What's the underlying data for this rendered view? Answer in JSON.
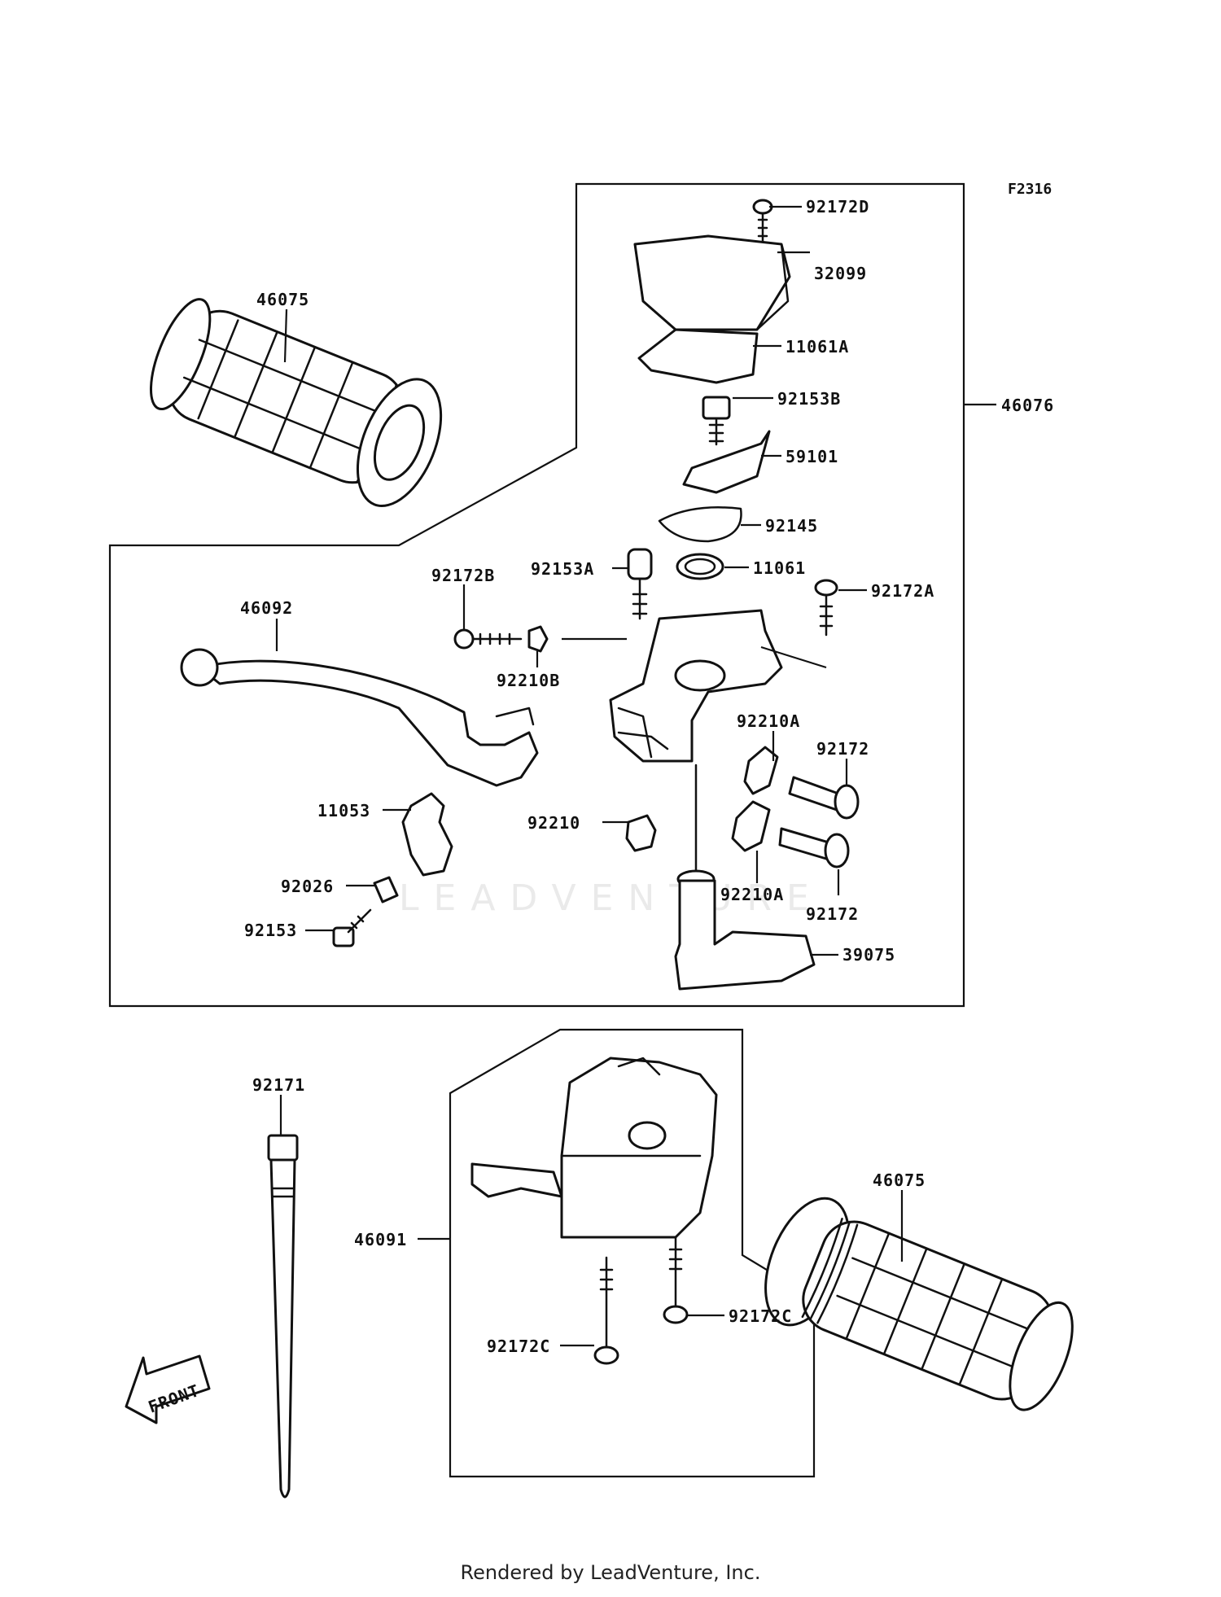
{
  "figure_code": "F2316",
  "watermark": "LEADVENTURE",
  "footer": "Rendered by LeadVenture, Inc.",
  "front_marker": "FRONT",
  "callouts": [
    {
      "id": "c1",
      "label": "92172D"
    },
    {
      "id": "c2",
      "label": "32099"
    },
    {
      "id": "c3",
      "label": "11061A"
    },
    {
      "id": "c4",
      "label": "92153B"
    },
    {
      "id": "c5",
      "label": "46076"
    },
    {
      "id": "c6",
      "label": "59101"
    },
    {
      "id": "c7",
      "label": "92145"
    },
    {
      "id": "c8",
      "label": "11061"
    },
    {
      "id": "c9",
      "label": "92153A"
    },
    {
      "id": "c10",
      "label": "92172A"
    },
    {
      "id": "c11",
      "label": "92172B"
    },
    {
      "id": "c12",
      "label": "46092"
    },
    {
      "id": "c13",
      "label": "92210B"
    },
    {
      "id": "c14",
      "label": "92210A"
    },
    {
      "id": "c15",
      "label": "92172"
    },
    {
      "id": "c16",
      "label": "11053"
    },
    {
      "id": "c17",
      "label": "92210"
    },
    {
      "id": "c18",
      "label": "92026"
    },
    {
      "id": "c19",
      "label": "92210A"
    },
    {
      "id": "c20",
      "label": "92172"
    },
    {
      "id": "c21",
      "label": "92153"
    },
    {
      "id": "c22",
      "label": "39075"
    },
    {
      "id": "c23",
      "label": "46075"
    },
    {
      "id": "c24",
      "label": "92171"
    },
    {
      "id": "c25",
      "label": "46075"
    },
    {
      "id": "c26",
      "label": "46091"
    },
    {
      "id": "c27",
      "label": "92172C"
    },
    {
      "id": "c28",
      "label": "92172C"
    }
  ]
}
